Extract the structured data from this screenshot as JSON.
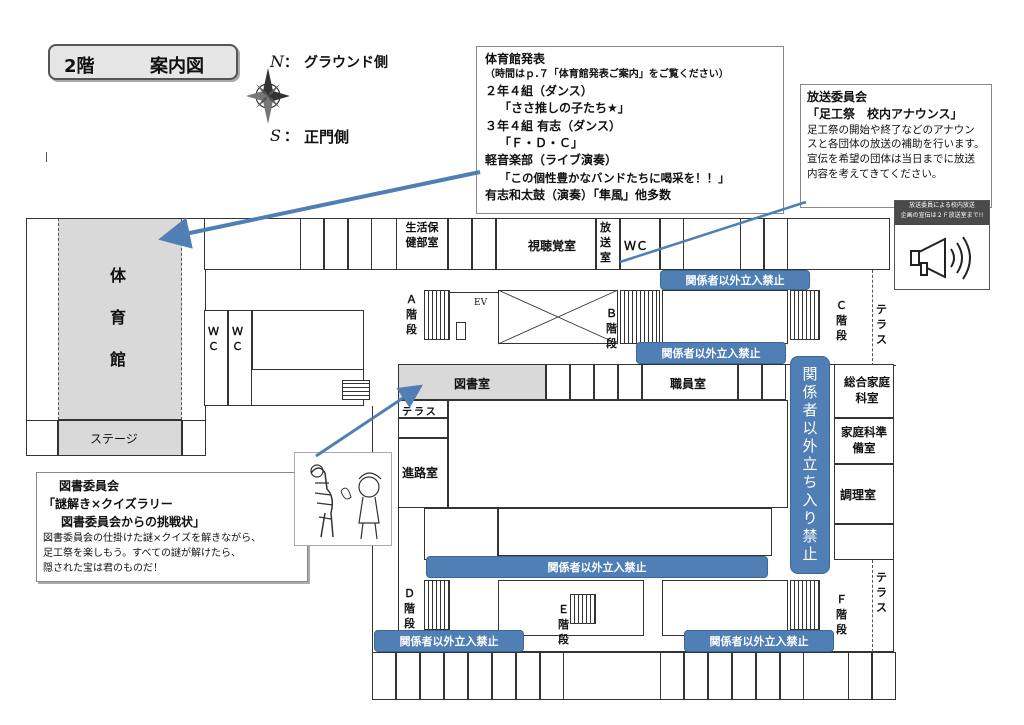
{
  "header": {
    "title_floor": "2階",
    "title_name": "案内図",
    "north_label": "N",
    "north_text": "グラウンド側",
    "south_label": "S",
    "south_text": "正門側"
  },
  "callouts": {
    "gym": {
      "title": "体育館発表",
      "note": "（時間はｐ.７「体育館発表ご案内」をご覧ください）",
      "lines": [
        "２年４組（ダンス）",
        "「ささ推しの子たち★」",
        "３年４組 有志（ダンス）",
        "「Ｆ・Ｄ・Ｃ」",
        "軽音楽部（ライブ演奏）",
        "「この個性豊かなバンドたちに喝采を！！」",
        "有志和太鼓（演奏）「隼風」他多数"
      ]
    },
    "broadcast": {
      "title": "放送委員会",
      "subtitle": "「足工祭　校内アナウンス」",
      "body": "足工祭の開始や終了などのアナウンスと各団体の放送の補助を行います。",
      "body2": "宣伝を希望の団体は当日までに放送内容を考えてきてください。",
      "banner_line1": "放送委員による校内放送",
      "banner_line2": "企画の宣伝は２Ｆ放送室まで!!"
    },
    "library": {
      "title": "図書委員会",
      "subtitle1": "「謎解き×クイズラリー",
      "subtitle2": "図書委員会からの挑戦状」",
      "body1": "図書委員会の仕掛けた謎×クイズを解きながら、",
      "body2": "足工祭を楽しもう。すべての謎が解けたら、",
      "body3": "隠された宝は君のものだ！"
    }
  },
  "rooms": {
    "gym": [
      "体",
      "育",
      "館"
    ],
    "stage": "ステージ",
    "health": "生活保健部室",
    "av": "視聴覚室",
    "broadcast": "放送室",
    "wc_top": "ＷＣ",
    "wc_left1": "ＷＣ",
    "wc_left2": "ＷＣ",
    "stairs_a": "Ａ階段",
    "ev": "EV",
    "stairs_b": "Ｂ階段",
    "stairs_c": "Ｃ階段",
    "terrace_right1": "テラス",
    "library": "図書室",
    "staff": "職員室",
    "terrace_left": "テラス",
    "career": "進路室",
    "home_ec": "総合家庭科室",
    "home_ec_prep": "家庭科準備室",
    "cooking": "調理室",
    "stairs_d": "Ｄ階段",
    "stairs_e": "Ｅ階段",
    "stairs_f": "Ｆ階段",
    "terrace_right2": "テラス"
  },
  "restricted": {
    "label": "関係者以外立入禁止",
    "vertical": "関係者以外立ち入り禁止"
  },
  "colors": {
    "restricted_blue": "#4f7fb4",
    "gym_gray": "#d9d9d9",
    "arrow_blue": "#4f7fb4"
  }
}
